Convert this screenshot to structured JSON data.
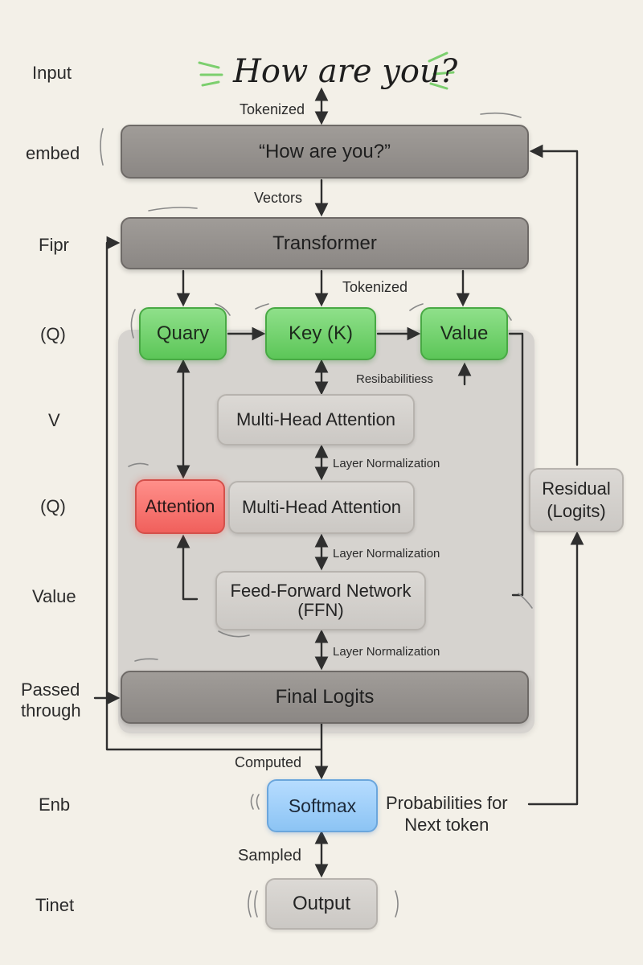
{
  "input_text": "How are you?",
  "row_labels": {
    "input": "Input",
    "embed": "embed",
    "fipr": "Fipr",
    "q1": "(Q)",
    "v": "V",
    "q2": "(Q)",
    "value": "Value",
    "passed_through": "Passed\nthrough",
    "enb": "Enb",
    "tinet": "Tinet"
  },
  "nodes": {
    "embed_box": "“How are you?”",
    "transformer": "Transformer",
    "query": "Quary",
    "key": "Key (K)",
    "value": "Value",
    "mha1": "Multi-Head Attention",
    "attention": "Attention",
    "mha2": "Multi-Head Attention",
    "ffn": "Feed-Forward Network\n(FFN)",
    "final_logits": "Final Logits",
    "residual": "Residual\n(Logits)",
    "softmax": "Softmax",
    "output": "Output"
  },
  "edge_labels": {
    "tokenized_top": "Tokenized",
    "vectors": "Vectors",
    "tokenized_mid": "Tokenized",
    "resibabilitiess": "Resibabilitiess",
    "layer_norm_1": "Layer Normalization",
    "layer_norm_2": "Layer Normalization",
    "layer_norm_3": "Layer Normalization",
    "computed": "Computed",
    "probabilities": "Probabilities for\nNext token",
    "sampled": "Sampled"
  },
  "colors": {
    "background": "#f3f0e8",
    "dark_box": "#8b8784",
    "light_box": "#cbc8c4",
    "green_box": "#5cc658",
    "red_box": "#f0605c",
    "blue_box": "#8cc4f4",
    "panel": "#d6d3cf",
    "sparkle": "#7ccf6e",
    "line": "#2f2f2f"
  }
}
